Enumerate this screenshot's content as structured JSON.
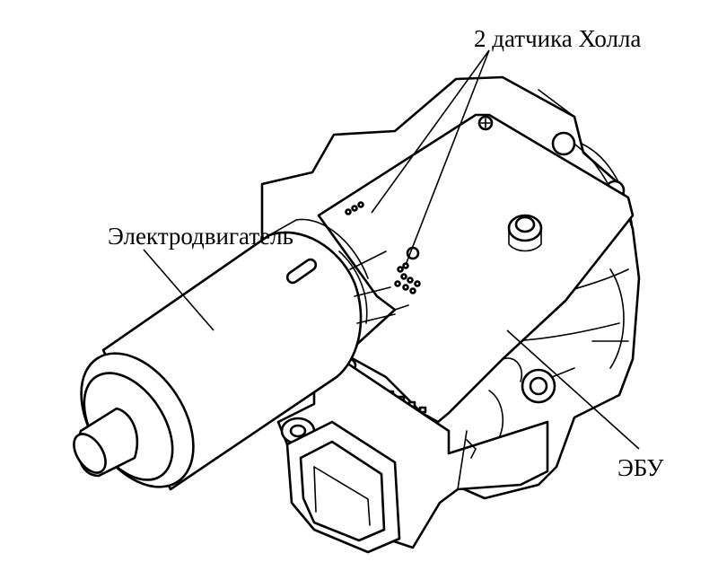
{
  "diagram": {
    "labels": {
      "hall_sensors": "2 датчика Холла",
      "motor": "Электродвигатель",
      "ecu": "ЭБУ"
    }
  }
}
